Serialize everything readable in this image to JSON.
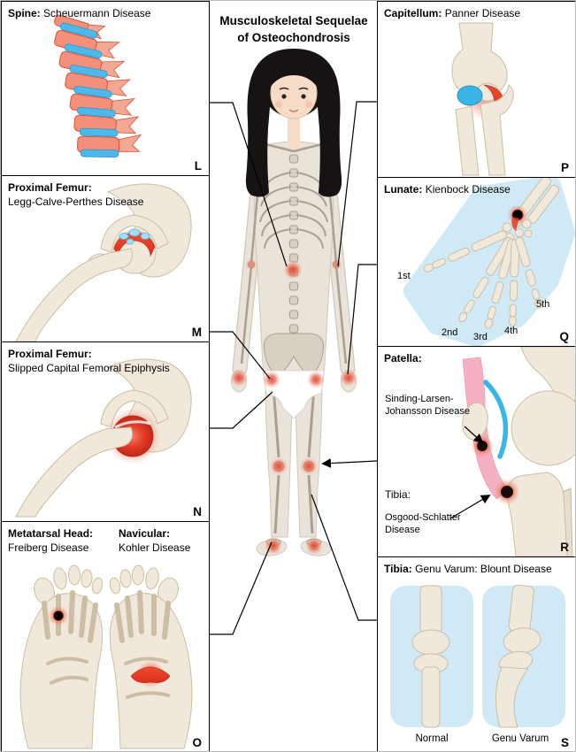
{
  "title": {
    "line1": "Musculoskeletal Sequelae",
    "line2": "of Osteochondrosis"
  },
  "panels": {
    "spine": {
      "bold": "Spine:",
      "rest": "Scheuermann Disease",
      "letter": "L"
    },
    "perthes": {
      "bold": "Proximal Femur:",
      "rest": "Legg-Calve-Perthes Disease",
      "letter": "M"
    },
    "scfe": {
      "bold": "Proximal Femur:",
      "rest": "Slipped Capital Femoral Epiphysis",
      "letter": "N"
    },
    "feet": {
      "bold1": "Metatarsal Head:",
      "rest1": "Freiberg Disease",
      "bold2": "Navicular:",
      "rest2": "Kohler Disease",
      "letter": "O"
    },
    "elbow": {
      "bold": "Capitellum:",
      "rest": "Panner Disease",
      "letter": "P"
    },
    "hand": {
      "bold": "Lunate:",
      "rest": "Kienbock Disease",
      "letter": "Q",
      "ray1": "1st",
      "ray2": "2nd",
      "ray3": "3rd",
      "ray4": "4th",
      "ray5": "5th"
    },
    "knee": {
      "bold": "Patella:",
      "letter": "R",
      "label1_line1": "Sinding-Larsen-",
      "label1_line2": "Johansson Disease",
      "bold2": "Tibia:",
      "label2_line1": "Osgood-Schlatter",
      "label2_line2": "Disease"
    },
    "blount": {
      "bold": "Tibia:",
      "rest": "Genu Varum: Blount Disease",
      "letter": "S",
      "label_left": "Normal",
      "label_right": "Genu Varum"
    }
  },
  "colors": {
    "bone": "#f0e9db",
    "red": "#e23a28",
    "blue": "#3ab5e8",
    "light_blue": "#cfe9f6",
    "pink": "#f5a8bb",
    "skin": "#f6dcc6",
    "hair": "#161312"
  }
}
